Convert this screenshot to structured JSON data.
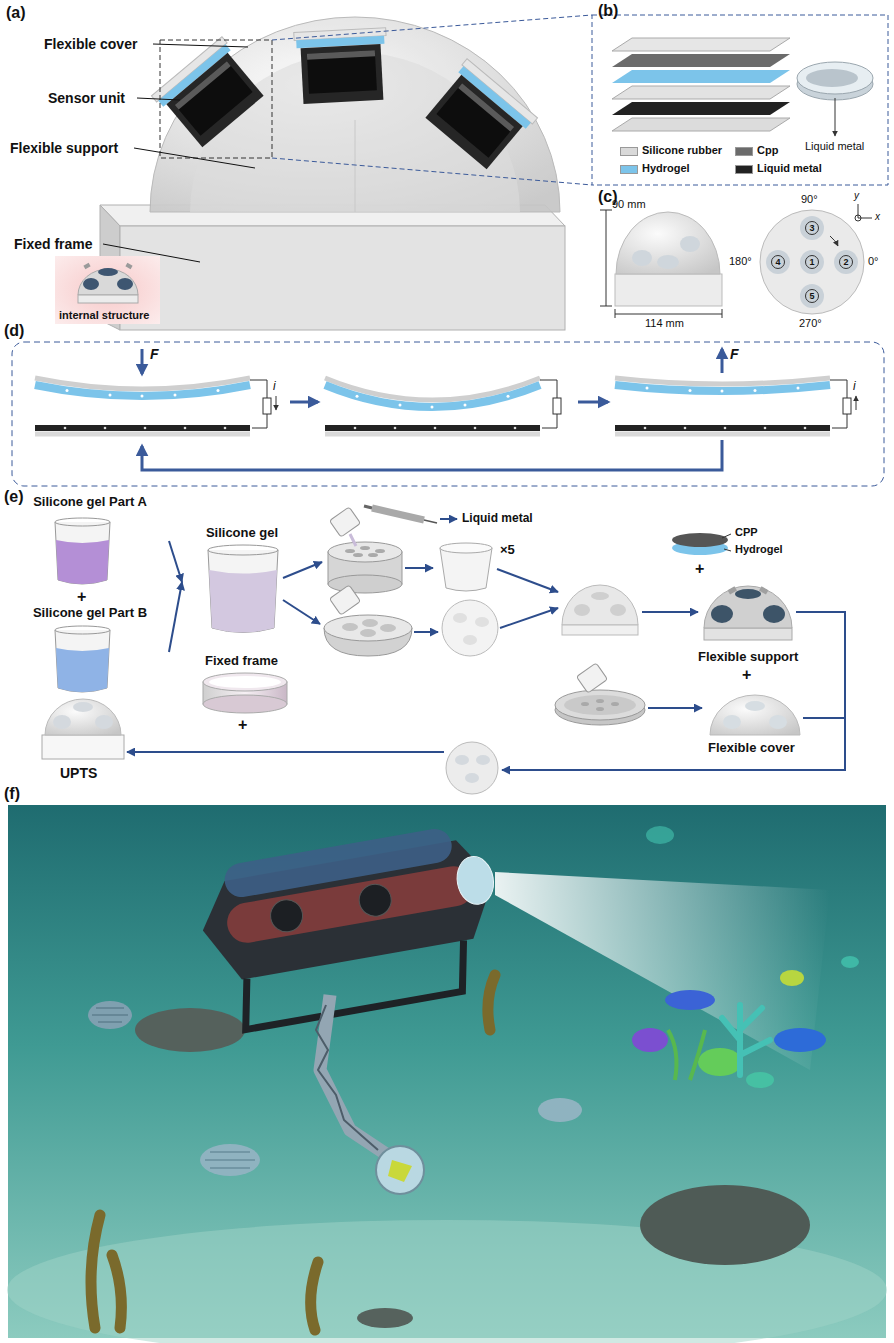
{
  "diagram": {
    "nodes": [
      {
        "text": [
          "Silicone gel Part A"
        ]
      },
      {
        "text": [
          "Silicone gel Part B"
        ]
      },
      {
        "text": [
          "Silicone gel"
        ]
      }
    ],
    "edges": [
      {
        "from": 0,
        "to": 2,
        "arrow": "to"
      },
      {
        "from": 1,
        "to": 2,
        "arrow": "to"
      }
    ],
    "labels": [
      "(a)",
      "Flexible cover",
      "Sensor unit",
      "Flexible support",
      "Fixed frame",
      "internal structure",
      "(b)",
      "Liquid metal",
      "(c)",
      "90 mm",
      "114 mm",
      "90°",
      "0°",
      "180°",
      "270°",
      "1",
      "2",
      "3",
      "4",
      "5",
      "y",
      "x",
      "(d)",
      "F",
      "i",
      "i",
      "F",
      "(e)",
      "+",
      "Liquid metal",
      "×5",
      "CPP",
      "Hydrogel",
      "+",
      "Flexible support",
      "+",
      "Flexible cover",
      "Fixed frame",
      "+",
      "UPTS",
      "(f)"
    ],
    "legend": [
      {
        "text": "Silicone rubber",
        "color": "#d9d9d9"
      },
      {
        "text": "Cpp",
        "color": "#6b6b6b"
      },
      {
        "text": "Hydrogel",
        "color": "#7cc4ea"
      },
      {
        "text": "Liquid metal",
        "color": "#222222"
      }
    ]
  }
}
